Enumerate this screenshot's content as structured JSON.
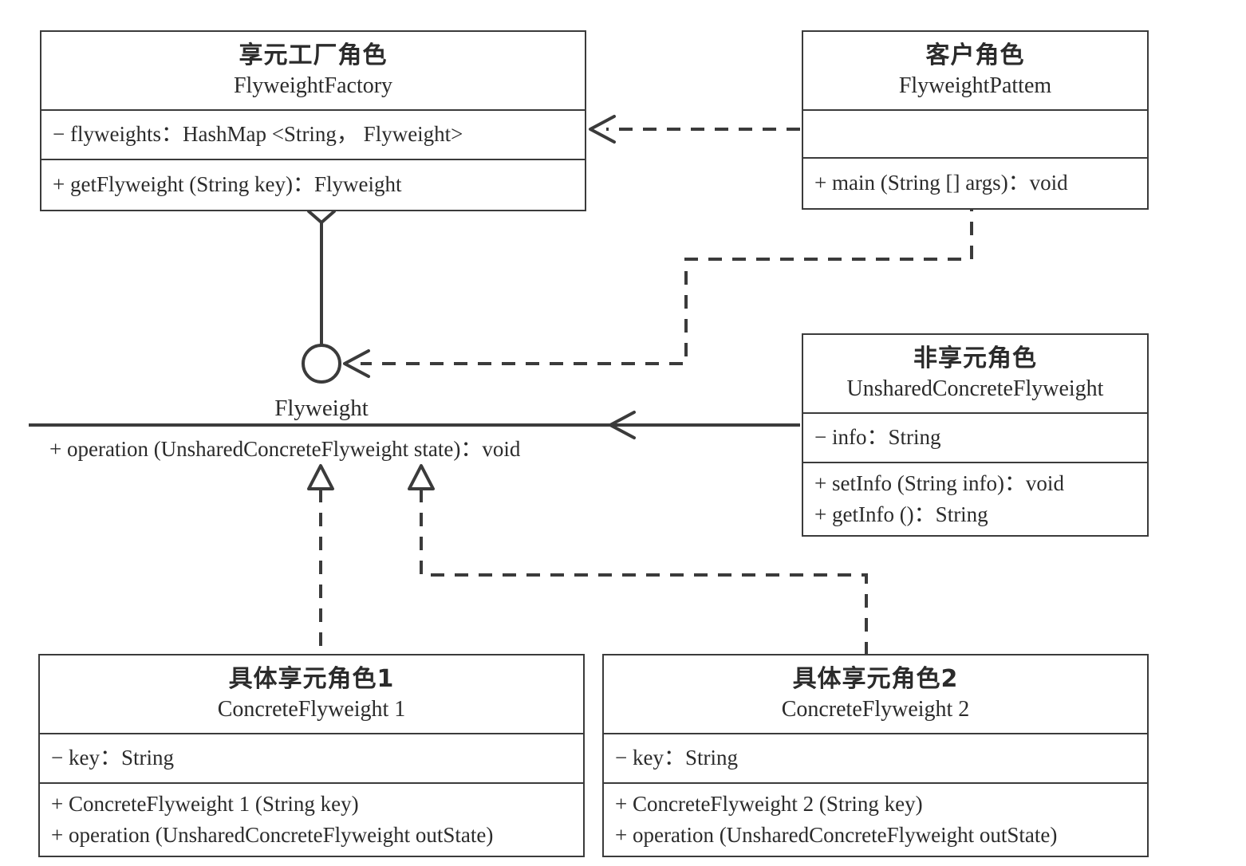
{
  "diagram": {
    "title": "Flyweight Pattern UML Class Diagram",
    "type": "uml-class-diagram",
    "colors": {
      "stroke": "#3b3b3b",
      "text": "#2b2b2b",
      "background": "#ffffff"
    }
  },
  "classes": {
    "flyweight_factory": {
      "role_cn": "享元工厂角色",
      "name_en": "FlyweightFactory",
      "attributes": [
        "− flyweights：HashMap <String， Flyweight>"
      ],
      "operations": [
        "+ getFlyweight (String key)：Flyweight"
      ]
    },
    "client": {
      "role_cn": "客户角色",
      "name_en": "FlyweightPattem",
      "attributes": [],
      "operations": [
        "+ main (String [] args)：void"
      ]
    },
    "unshared_concrete_flyweight": {
      "role_cn": "非享元角色",
      "name_en": "UnsharedConcreteFlyweight",
      "attributes": [
        "− info：String"
      ],
      "operations": [
        "+ setInfo (String info)：void",
        "+ getInfo ()：String"
      ]
    },
    "concrete_flyweight_1": {
      "role_cn": "具体享元角色1",
      "name_en": "ConcreteFlyweight  1",
      "attributes": [
        "− key：String"
      ],
      "operations": [
        "+ ConcreteFlyweight  1 (String key)",
        "+ operation (UnsharedConcreteFlyweight outState)"
      ]
    },
    "concrete_flyweight_2": {
      "role_cn": "具体享元角色2",
      "name_en": "ConcreteFlyweight  2",
      "attributes": [
        "− key：String"
      ],
      "operations": [
        "+ ConcreteFlyweight  2 (String key)",
        "+ operation (UnsharedConcreteFlyweight outState)"
      ]
    }
  },
  "interface": {
    "name": "Flyweight",
    "operation": "+ operation (UnsharedConcreteFlyweight state)：void"
  },
  "relationships": [
    {
      "id": "client-to-factory",
      "kind": "dependency",
      "style": "dashed",
      "arrow": "open",
      "from": "client",
      "to": "flyweight_factory"
    },
    {
      "id": "factory-aggregates-flyweight",
      "kind": "aggregation",
      "style": "solid",
      "arrow": "hollow-diamond",
      "from": "flyweight_factory",
      "to": "interface"
    },
    {
      "id": "client-to-flyweight",
      "kind": "dependency",
      "style": "dashed",
      "arrow": "open",
      "from": "client",
      "to": "interface"
    },
    {
      "id": "unshared-to-flyweight",
      "kind": "association",
      "style": "solid",
      "arrow": "open",
      "from": "unshared_concrete_flyweight",
      "to": "interface"
    },
    {
      "id": "concrete1-implements-flyweight",
      "kind": "realization",
      "style": "dashed",
      "arrow": "hollow-triangle",
      "from": "concrete_flyweight_1",
      "to": "interface"
    },
    {
      "id": "concrete2-implements-flyweight",
      "kind": "realization",
      "style": "dashed",
      "arrow": "hollow-triangle",
      "from": "concrete_flyweight_2",
      "to": "interface"
    }
  ]
}
